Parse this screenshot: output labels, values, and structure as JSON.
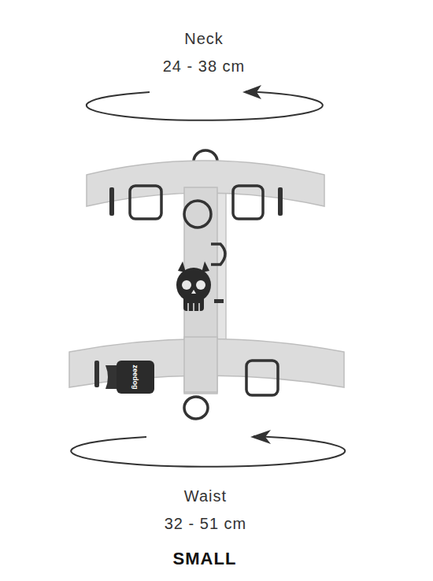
{
  "diagram": {
    "labels": [
      "Neck",
      "24 - 38 cm",
      "zeedog",
      "Waist",
      "32 - 51 cm",
      "SMALL"
    ]
  }
}
